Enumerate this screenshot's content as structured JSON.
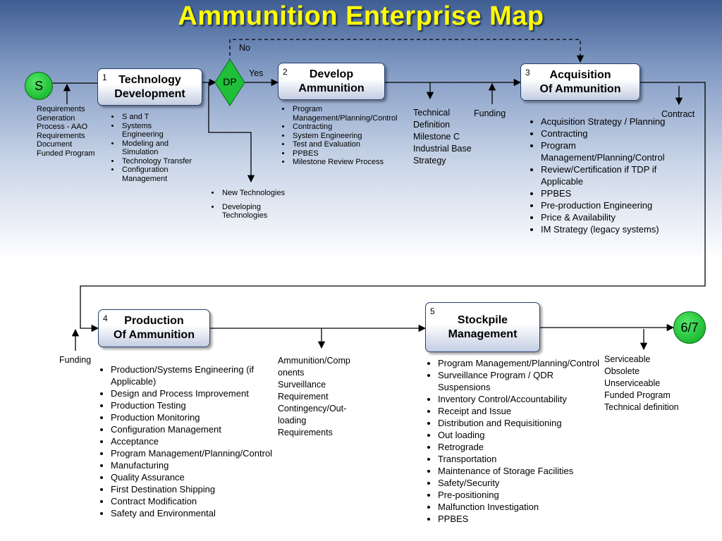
{
  "title": "Ammunition Enterprise Map",
  "start": "S",
  "end": "6/7",
  "decision": {
    "label": "DP",
    "yes": "Yes",
    "no": "No"
  },
  "boxes": [
    {
      "num": "1",
      "label": "Technology\nDevelopment"
    },
    {
      "num": "2",
      "label": "Develop\nAmmunition"
    },
    {
      "num": "3",
      "label": "Acquisition\nOf Ammunition"
    },
    {
      "num": "4",
      "label": "Production\nOf Ammunition"
    },
    {
      "num": "5",
      "label": "Stockpile\nManagement"
    }
  ],
  "inputs": {
    "requirements": "Requirements\nGeneration\nProcess - AAO\nRequirements\nDocument\nFunded Program",
    "funding_acq": "Funding",
    "funding_prod": "Funding"
  },
  "outputs": {
    "technical": "Technical\nDefinition\nMilestone C\nIndustrial Base\nStrategy",
    "contract": "Contract",
    "ammo_components": "Ammunition/Comp\nonents\nSurveillance\nRequirement\nContingency/Out-\nloading\nRequirements",
    "serviceable": "Serviceable\nObsolete\nUnserviceable\nFunded Program\nTechnical definition"
  },
  "lists": {
    "tech_dev": [
      "S and T",
      "Systems Engineering",
      "Modeling and Simulation",
      "Technology Transfer",
      "Configuration Management"
    ],
    "new_tech": [
      "New Technologies",
      "Developing Technologies"
    ],
    "develop": [
      "Program Management/Planning/Control",
      "Contracting",
      "System Engineering",
      "Test and Evaluation",
      "PPBES",
      "Milestone Review Process"
    ],
    "acquisition": [
      "Acquisition Strategy / Planning",
      "Contracting",
      "Program Management/Planning/Control",
      "Review/Certification if TDP if Applicable",
      "PPBES",
      "Pre-production Engineering",
      "Price & Availability",
      "IM Strategy (legacy systems)"
    ],
    "production": [
      "Production/Systems Engineering (if Applicable)",
      "Design and Process Improvement",
      "Production Testing",
      "Production Monitoring",
      "Configuration Management",
      "Acceptance",
      "Program Management/Planning/Control",
      "Manufacturing",
      "Quality Assurance",
      "First Destination Shipping",
      "Contract Modification",
      "Safety and Environmental"
    ],
    "stockpile": [
      "Program Management/Planning/Control",
      "Surveillance Program / QDR Suspensions",
      "Inventory Control/Accountability",
      "Receipt and Issue",
      "Distribution and Requisitioning",
      "Out loading",
      "Retrograde",
      "Transportation",
      "Maintenance of Storage Facilities",
      "Safety/Security",
      "Pre-positioning",
      "Malfunction Investigation",
      "PPBES"
    ]
  }
}
